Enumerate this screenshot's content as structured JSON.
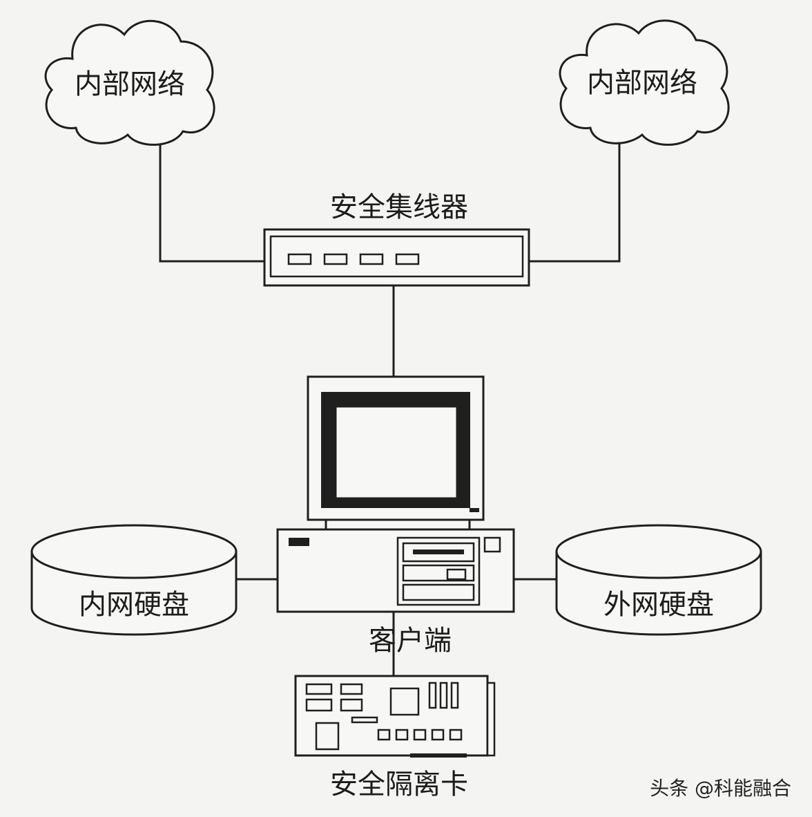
{
  "labels": {
    "cloud_left": "内部网络",
    "cloud_right": "内部网络",
    "hub": "安全集线器",
    "disk_left": "内网硬盘",
    "disk_right": "外网硬盘",
    "client": "客户端",
    "card": "安全隔离卡"
  },
  "watermark": "头条 @科能融合",
  "colors": {
    "ink": "#1f1f1f",
    "paper": "#f4f4f2"
  }
}
